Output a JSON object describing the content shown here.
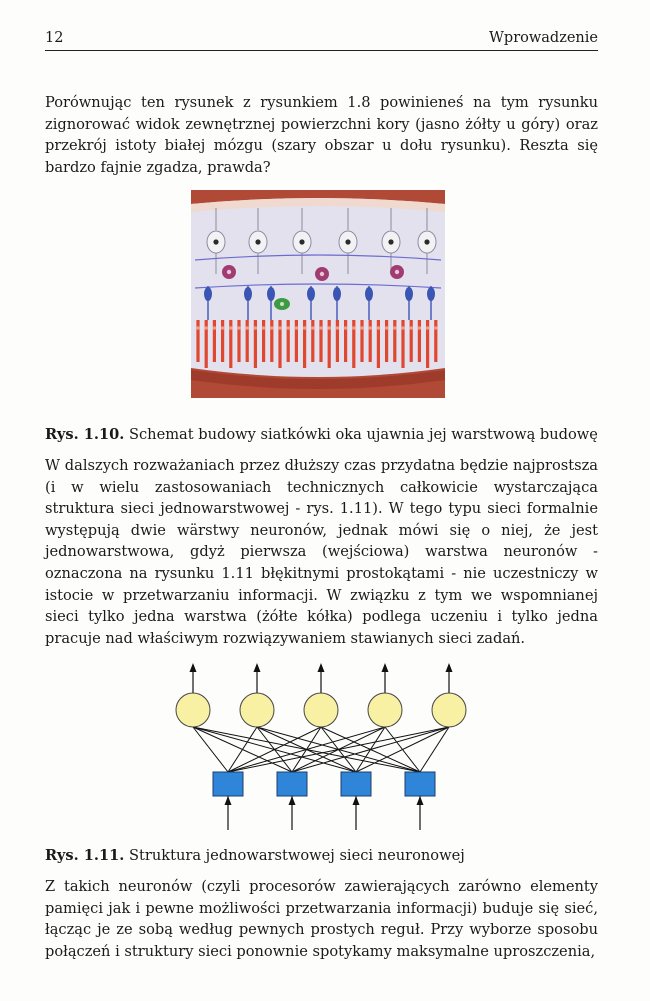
{
  "header": {
    "page_number": "12",
    "section_title": "Wprowadzenie"
  },
  "paragraphs": {
    "p1": "Porównując ten rysunek z rysunkiem 1.8 powinieneś na tym rysunku zignorować widok zewnętrznej powierzchni kory (jasno żółty u góry) oraz przekrój istoty białej mózgu (szary obszar u dołu rysunku). Reszta się bardzo fajnie zgadza, prawda?",
    "p2": "W dalszych rozważaniach przez dłuższy czas przydatna będzie najprostsza (i w wielu zastosowaniach technicznych całkowicie wystarczająca struktura sieci jednowarstwowej - rys. 1.11). W tego typu sieci formalnie występują dwie wärstwy neuronów, jednak mówi się o niej, że jest jednowarstwowa, gdyż pierwsza (wejściowa) warstwa neuronów - oznaczona na rysunku 1.11 błękitnymi prostokątami - nie uczestniczy w istocie w przetwarzaniu informacji. W związku z tym we wspomnianej sieci tylko jedna warstwa (żółte kółka) podlega uczeniu i tylko jedna pracuje nad właściwym rozwiązywaniem stawianych sieci zadań.",
    "p3": "Z takich neuronów (czyli procesorów zawierających zarówno elementy pamięci jak i pewne możliwości przetwarzania informacji) buduje się sieć, łącząc je ze sobą według pewnych prostych reguł. Przy wyborze sposobu połączeń i struktury sieci ponownie spotykamy maksymalne uproszczenia,"
  },
  "captions": {
    "fig1_label": "Rys. 1.10.",
    "fig1_text": "Schemat budowy siatkówki oka ujawnia jej warstwową budowę",
    "fig2_label": "Rys. 1.11.",
    "fig2_text": "Struktura jednowarstwowej sieci neuronowej"
  },
  "figure_1_10": {
    "colors": {
      "outer_band": "#b04a36",
      "inner_band": "#e3e1ee",
      "cell_soma": "#f2f2f5",
      "cell_nucleus": "#2b2b2b",
      "purple_cell": "#a13c72",
      "blue_cell": "#3a55b4",
      "green_cell": "#3f9a44",
      "receptor": "#e0472f",
      "bottom_band": "#9e3b2a"
    }
  },
  "figure_1_11": {
    "output_neuron_count": 5,
    "input_neuron_count": 4,
    "colors": {
      "output_neuron": "#f8f1a4",
      "input_neuron": "#2f86d8",
      "line": "#111111"
    }
  }
}
